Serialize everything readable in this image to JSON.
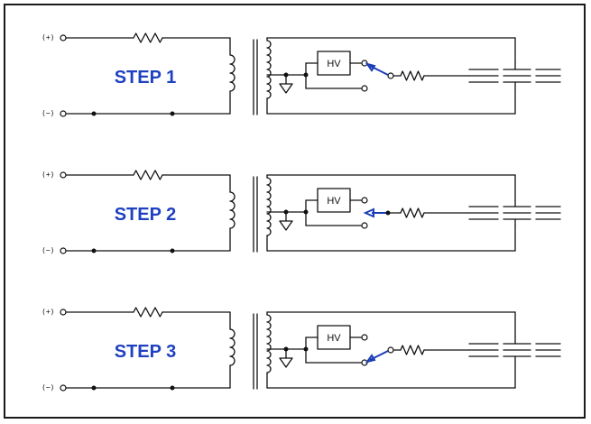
{
  "steps": [
    {
      "label": "STEP 1",
      "switch": "up"
    },
    {
      "label": "STEP 2",
      "switch": "middle"
    },
    {
      "label": "STEP 3",
      "switch": "down"
    }
  ],
  "terminals": {
    "positive": "(+)",
    "negative": "(−)"
  },
  "hv_label": "HV",
  "colors": {
    "wire": "#111111",
    "accent": "#1f40c0",
    "switch_arm": "#1a3db5"
  }
}
